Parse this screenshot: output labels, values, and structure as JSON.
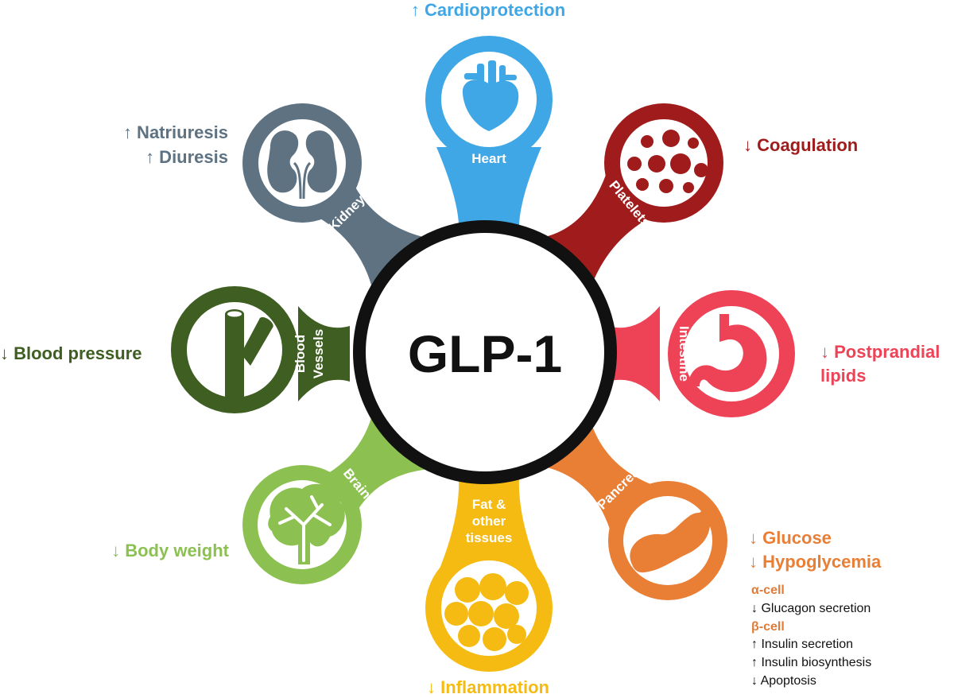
{
  "center": {
    "title": "GLP-1"
  },
  "organs": {
    "heart": {
      "label": "Heart",
      "effect": "↑ Cardioprotection",
      "color": "#3fa7e6"
    },
    "platelets": {
      "label": "Platelets",
      "effect": "↓ Coagulation",
      "color": "#a01c1c"
    },
    "intestine": {
      "label": "Intestine",
      "effect_line1": "↓ Postprandial",
      "effect_line2": "lipids",
      "color": "#ee4256"
    },
    "pancreas": {
      "label": "Pancreas",
      "effect_line1": "↓ Glucose",
      "effect_line2": "↓ Hypoglycemia",
      "color": "#e97e35",
      "alpha_cell": {
        "title": "α-cell",
        "items": [
          "↓ Glucagon secretion"
        ]
      },
      "beta_cell": {
        "title": "β-cell",
        "items": [
          "↑ Insulin secretion",
          "↑ Insulin biosynthesis",
          "↓ Apoptosis"
        ]
      }
    },
    "fat": {
      "label_line1": "Fat &",
      "label_line2": "other",
      "label_line3": "tissues",
      "effect": "↓ Inflammation",
      "color": "#f5bb12"
    },
    "brain": {
      "label": "Brain",
      "effect": "↓ Body weight",
      "color": "#8cc152"
    },
    "vessels": {
      "label_line1": "Blood",
      "label_line2": "Vessels",
      "effect": "↓ Blood pressure",
      "color": "#3e5e22"
    },
    "kidney": {
      "label": "Kidney",
      "effect_line1": "↑ Natriuresis",
      "effect_line2": "↑ Diuresis",
      "color": "#5e7282"
    }
  }
}
